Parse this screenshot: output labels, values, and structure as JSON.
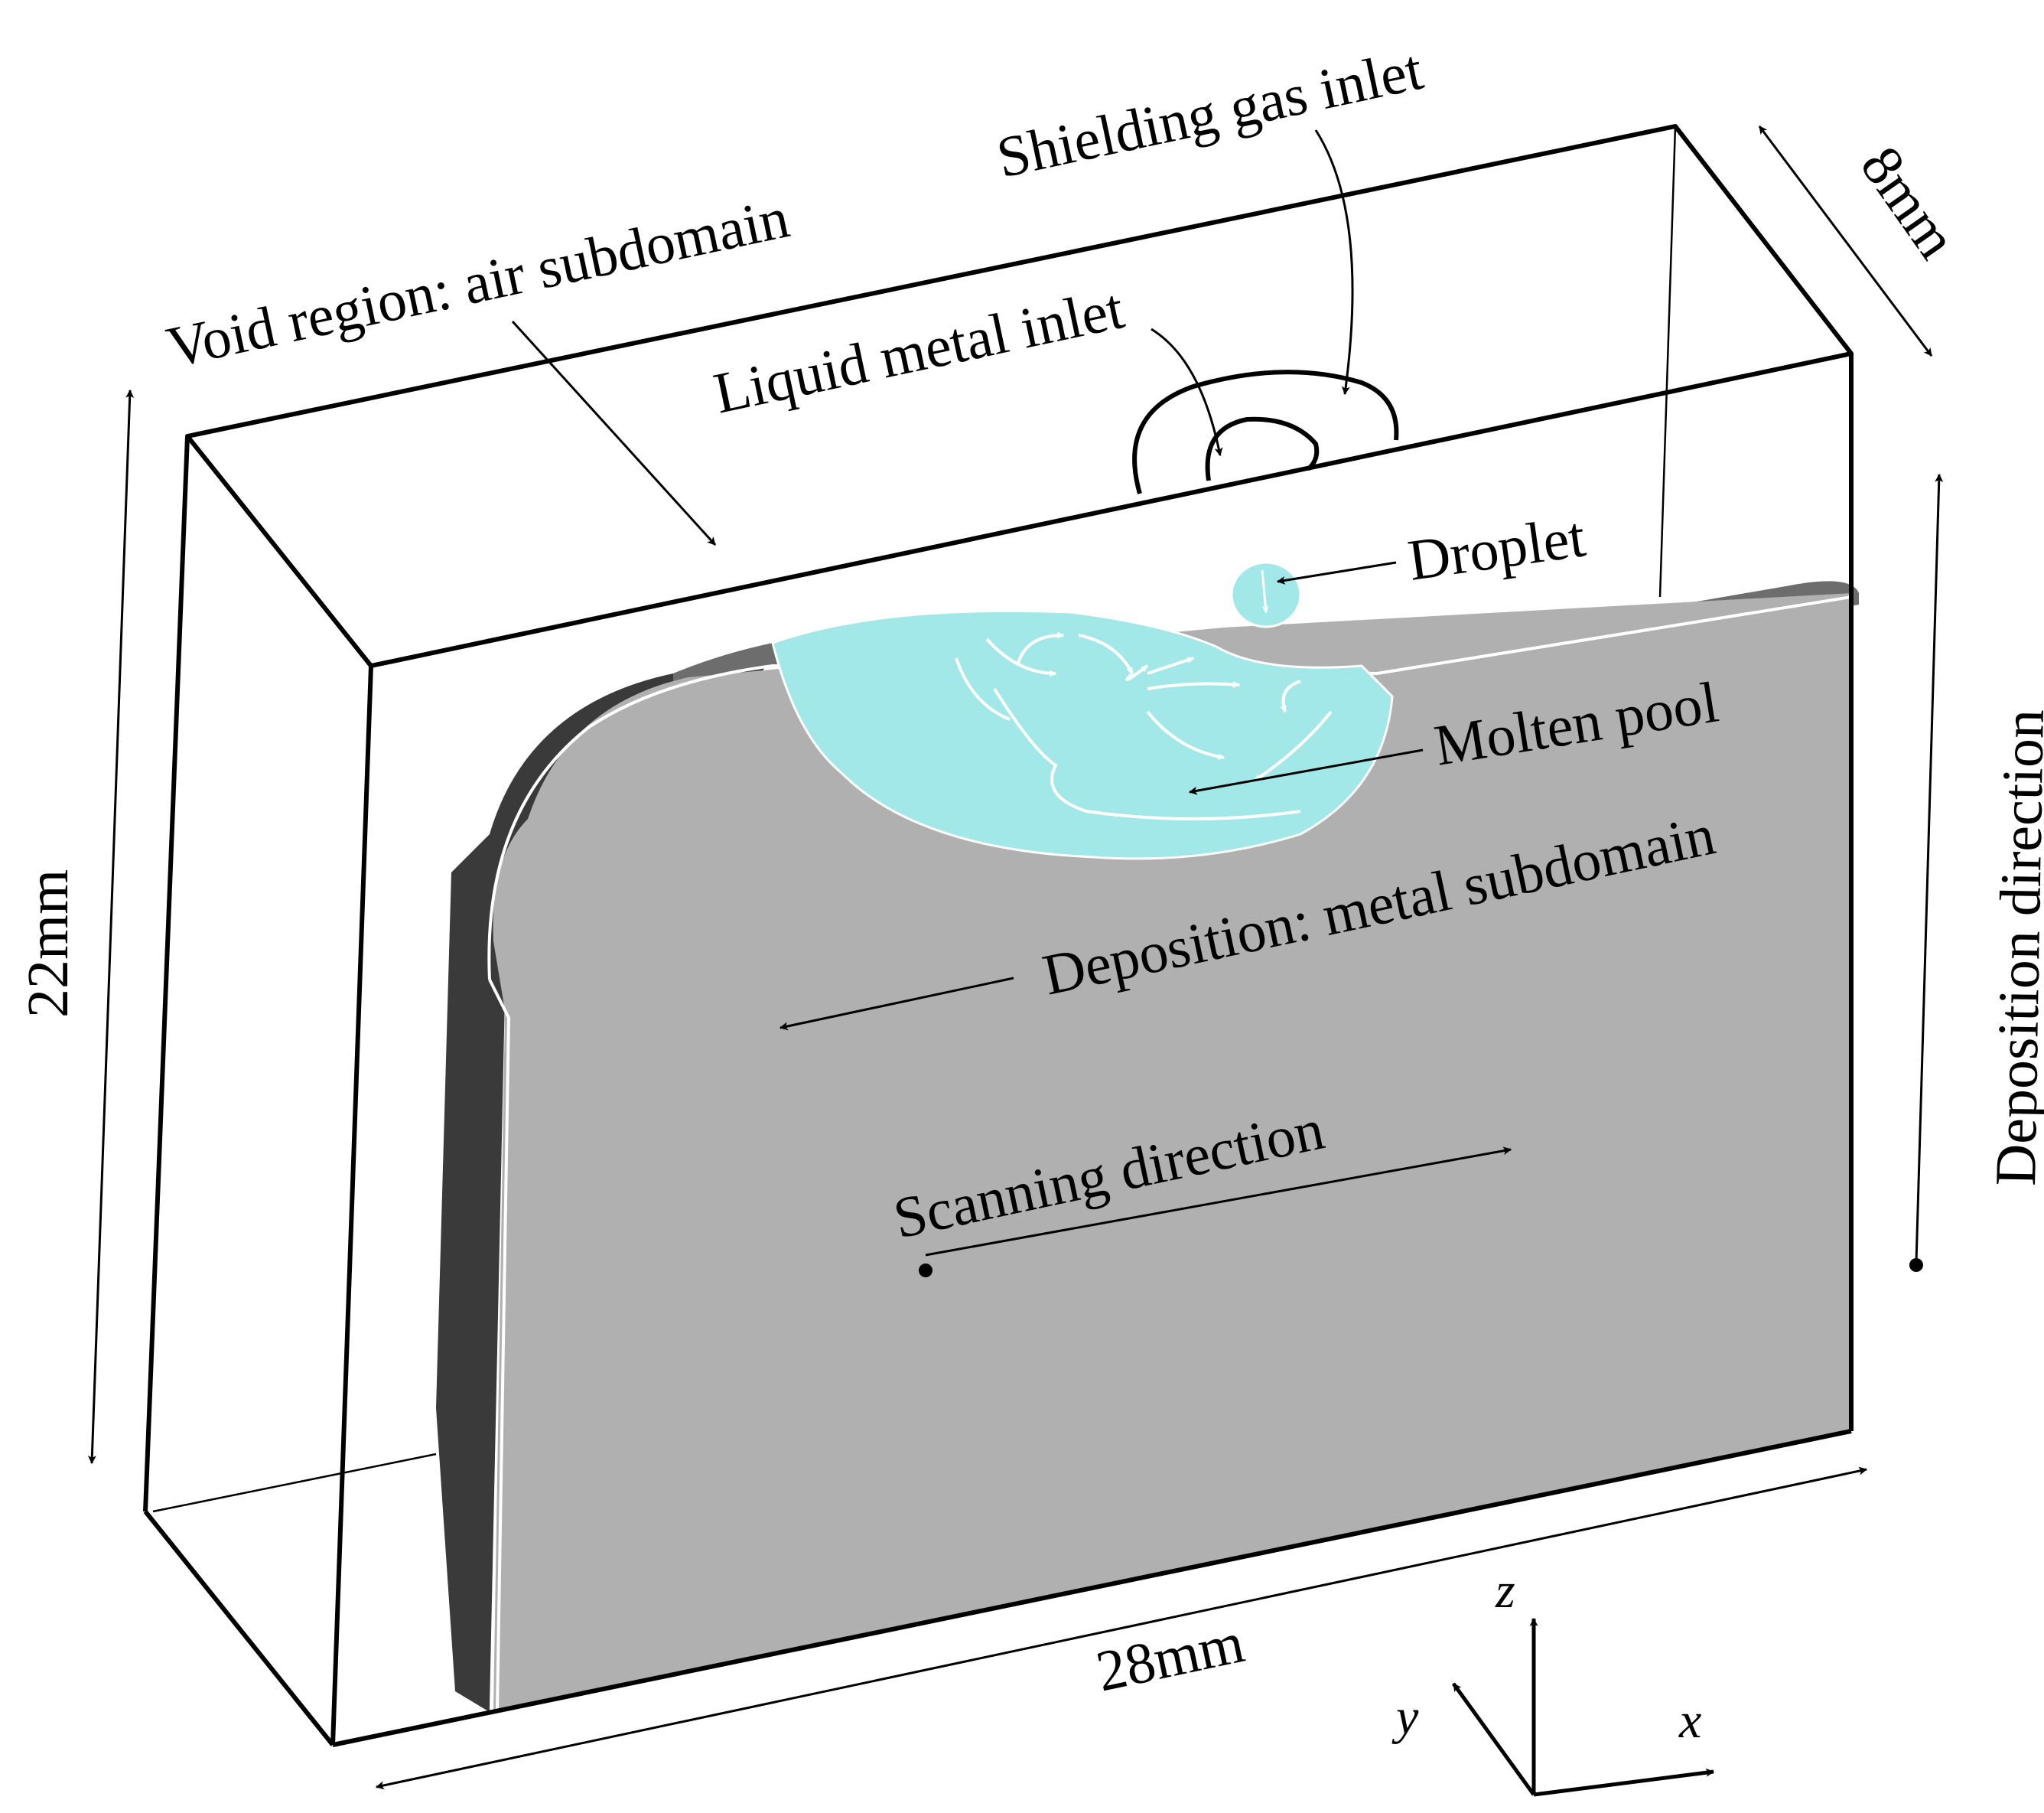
{
  "labels": {
    "void_region": "Void region: air subdomain",
    "shielding_gas_inlet": "Shielding gas inlet",
    "liquid_metal_inlet": "Liquid metal inlet",
    "droplet": "Droplet",
    "molten_pool": "Molten pool",
    "deposition_metal": "Deposition: metal subdomain",
    "scanning_direction": "Scanning direction",
    "deposition_direction": "Deposition direction"
  },
  "dimensions": {
    "height": "22mm",
    "length": "28mm",
    "depth": "8mm"
  },
  "axes": {
    "z": "z",
    "y": "y",
    "x": "x"
  },
  "colors": {
    "metal_front": "#b0b0b0",
    "metal_side": "#3a3a3a",
    "molten_pool": "#a3e8e8",
    "outline": "#000000"
  }
}
